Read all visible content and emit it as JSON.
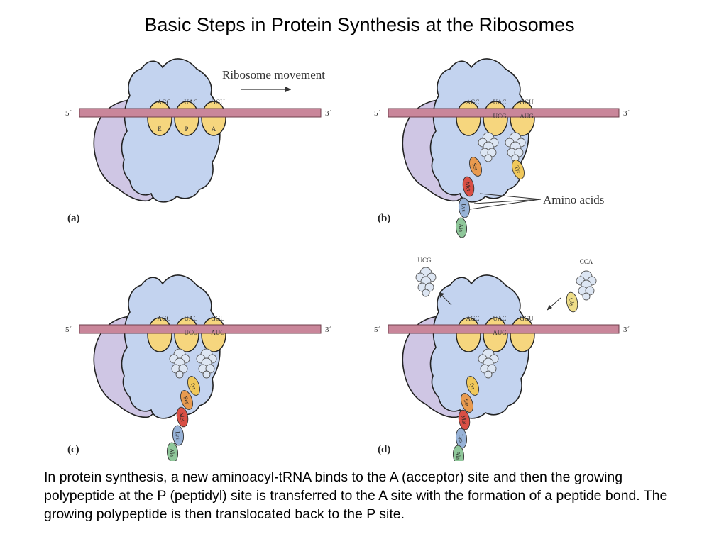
{
  "title": "Basic Steps in Protein Synthesis at the Ribosomes",
  "caption": "In protein synthesis, a new aminoacyl-tRNA binds to the A (acceptor) site and then the growing polypeptide at the P (peptidyl) site is transferred to the A site with the formation of a peptide bond.  The growing polypeptide is then translocated back to the P site.",
  "colors": {
    "large_subunit": "#c3d3ef",
    "small_subunit": "#cfc6e4",
    "mrna": "#c9869a",
    "site": "#f6d67e",
    "trna": "#dde6f3",
    "met": "#d94f45",
    "ser": "#e89a4f",
    "tyr": "#f0c85a",
    "lys": "#97b2d7",
    "ala": "#8fc79a",
    "gly": "#eedd88"
  },
  "labels": {
    "five_prime": "5´",
    "three_prime": "3´",
    "ribosome_movement": "Ribosome movement",
    "amino_acids": "Amino acids"
  },
  "panels": {
    "a": {
      "label": "(a)",
      "codons": [
        "AGC",
        "UAC",
        "GGU"
      ],
      "sites": [
        "E",
        "P",
        "A"
      ]
    },
    "b": {
      "label": "(b)",
      "codons": [
        "AGC",
        "UAC",
        "GGU"
      ],
      "anticodons": [
        "UCG",
        "AUG"
      ],
      "residues": [
        "Tyr",
        "Ser",
        "Met",
        "Lys",
        "Ala"
      ]
    },
    "c": {
      "label": "(c)",
      "codons": [
        "AGC",
        "UAC",
        "GGU"
      ],
      "anticodons": [
        "UCG",
        "AUG"
      ],
      "residues": [
        "Tyr",
        "Ser",
        "Met",
        "Lys",
        "Ala"
      ]
    },
    "d": {
      "label": "(d)",
      "codons": [
        "AGC",
        "UAC",
        "GGU"
      ],
      "anticodons": [
        "AUG"
      ],
      "residues": [
        "Tyr",
        "Ser",
        "Met",
        "Lys",
        "Ala"
      ],
      "leaving_anticodon": "UCG",
      "incoming_anticodon": "CCA",
      "incoming_residue": "Gly"
    }
  }
}
